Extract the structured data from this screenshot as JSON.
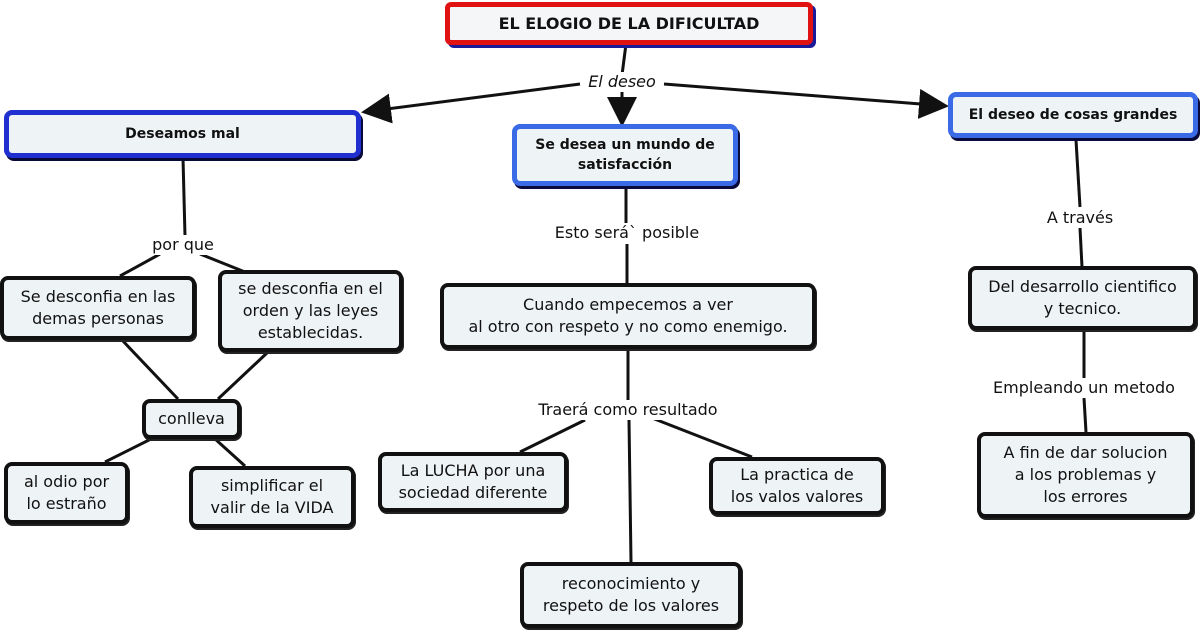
{
  "title": "EL ELOGIO DE LA DIFICULTAD",
  "link_labels": {
    "el_deseo": "El deseo",
    "por_que": "por que",
    "esto_sera": "Esto será` posible",
    "traera": "Traerá como resultado",
    "a_traves": "A través",
    "empleando": "Empleando un metodo"
  },
  "nodes": {
    "deseamos_mal": "Deseamos mal",
    "mundo_satisfaccion": [
      "Se desea un mundo de",
      "satisfacción"
    ],
    "cosas_grandes": "El deseo de cosas grandes",
    "desconfia_personas": [
      "Se desconfia en las",
      "demas personas"
    ],
    "desconfia_orden": [
      "se desconfia en el",
      "orden y las leyes",
      "establecidas."
    ],
    "conlleva": "conlleva",
    "odio": [
      "al odio por",
      "lo estraño"
    ],
    "simplificar": [
      "simplificar el",
      "valir de la VIDA"
    ],
    "cuando_empecemos": [
      "Cuando empecemos a ver",
      "al otro con respeto y no como enemigo."
    ],
    "lucha": [
      "La LUCHA por una",
      "sociedad diferente"
    ],
    "practica": [
      "La practica de",
      "los valos valores"
    ],
    "reconocimiento": [
      "reconocimiento y",
      "respeto de los valores"
    ],
    "desarrollo": [
      "Del desarrollo cientifico",
      "y tecnico."
    ],
    "fin": [
      "A fin de dar solucion",
      "a los problemas y",
      "los errores"
    ]
  },
  "colors": {
    "blue_border": "#1f2fd0",
    "light_blue_border": "#3a6ae6",
    "red_border": "#e01212",
    "node_fill": "#eef3f5"
  }
}
